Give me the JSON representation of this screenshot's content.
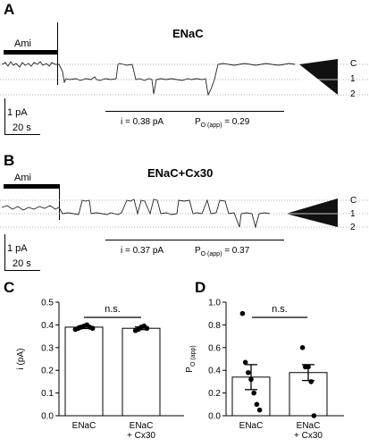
{
  "figure": {
    "panel_a": {
      "letter": "A",
      "title": "ENaC",
      "drug_label": "Ami",
      "levels": [
        "C",
        "1",
        "2"
      ],
      "scale_current": "1 pA",
      "scale_time": "20 s",
      "amp_text": "i = 0.38 pA",
      "po_main": "P",
      "po_sub": "O (app)",
      "po_value": "= 0.29"
    },
    "panel_b": {
      "letter": "B",
      "title": "ENaC+Cx30",
      "drug_label": "Ami",
      "levels": [
        "C",
        "1",
        "2"
      ],
      "scale_current": "1 pA",
      "scale_time": "20 s",
      "amp_text": "i = 0.37 pA",
      "po_main": "P",
      "po_sub": "O (app)",
      "po_value": "= 0.37"
    },
    "panel_c": {
      "letter": "C",
      "sig": "n.s."
    },
    "panel_d": {
      "letter": "D",
      "sig": "n.s."
    }
  },
  "chart_data": [
    {
      "type": "bar",
      "panel": "C",
      "categories": [
        "ENaC",
        "ENaC\n+ Cx30"
      ],
      "values": [
        0.39,
        0.385
      ],
      "errors": [
        0.006,
        0.006
      ],
      "points": [
        [
          0.38,
          0.385,
          0.39,
          0.395,
          0.4,
          0.39,
          0.385
        ],
        [
          0.375,
          0.38,
          0.39,
          0.395,
          0.385
        ]
      ],
      "ylabel": "i (pA)",
      "ylim": [
        0,
        0.5
      ],
      "yticks": [
        "0.0",
        "0.1",
        "0.2",
        "0.3",
        "0.4",
        "0.5"
      ],
      "annotation": "n.s."
    },
    {
      "type": "bar",
      "panel": "D",
      "categories": [
        "ENaC",
        "ENaC\n+ Cx30"
      ],
      "values": [
        0.34,
        0.38
      ],
      "errors": [
        0.11,
        0.07
      ],
      "points": [
        [
          0.9,
          0.47,
          0.38,
          0.32,
          0.2,
          0.1,
          0.05
        ],
        [
          0.6,
          0.43,
          0.43,
          0.3,
          0.0
        ]
      ],
      "ylabel_main": "P",
      "ylabel_sub": "O (app)",
      "ylim": [
        0,
        1.0
      ],
      "yticks": [
        "0.0",
        "0.2",
        "0.4",
        "0.6",
        "0.8",
        "1.0"
      ],
      "annotation": "n.s."
    }
  ]
}
